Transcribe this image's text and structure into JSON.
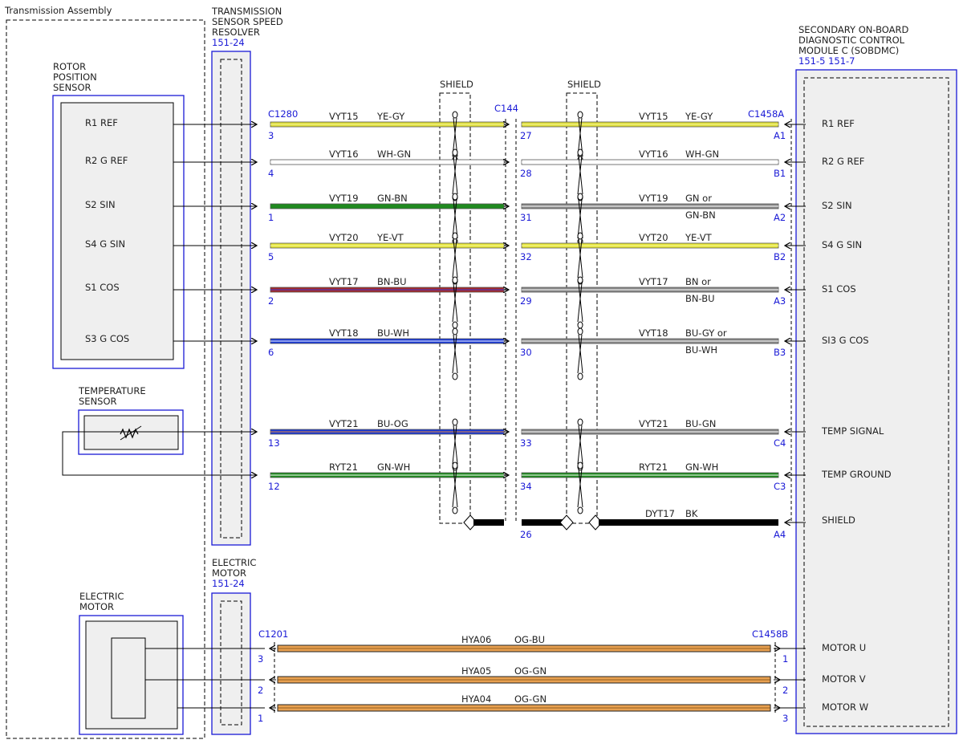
{
  "title": "Transmission Assembly",
  "components": {
    "rotor": {
      "lines": [
        "ROTOR",
        "POSITION",
        "SENSOR"
      ]
    },
    "temp": {
      "lines": [
        "TEMPERATURE",
        "SENSOR"
      ]
    },
    "motor": {
      "lines": [
        "ELECTRIC",
        "MOTOR"
      ]
    },
    "resolver": {
      "lines": [
        "TRANSMISSION",
        "SENSOR SPEED",
        "RESOLVER"
      ],
      "ref": "151-24"
    },
    "motor_conn": {
      "lines": [
        "ELECTRIC",
        "MOTOR"
      ],
      "ref": "151-24"
    },
    "module": {
      "lines": [
        "SECONDARY ON-BOARD",
        "DIAGNOSTIC CONTROL",
        "MODULE C (SOBDMC)"
      ],
      "ref": "151-5  151-7"
    }
  },
  "connectors": {
    "c1280": "C1280",
    "c144": "C144",
    "c1458a": "C1458A",
    "c1201": "C1201",
    "c1458b": "C1458B"
  },
  "shield_label": "SHIELD",
  "colors": {
    "YE-GY": "#dede3a",
    "WH-GN": "#ffffff",
    "GN-BN": "#1f8a1f",
    "YE-VT": "#e6e63c",
    "BN-BU": "#a52a2a",
    "BU-WH": "#1a3ad6",
    "BU-OG": "#1a3ad6",
    "GN-WH": "#1f8a1f",
    "BK": "#000000",
    "OG": "#e8a050"
  },
  "circuits": [
    {
      "key": "r1",
      "left_label": "R1 REF",
      "right_label": "R1 REF",
      "circuit": "VYT15",
      "color_left": "YE-GY",
      "color_right_1": "YE-GY",
      "color_right_2": "",
      "pin_left": "3",
      "pin_mid": "27",
      "pin_right": "A1"
    },
    {
      "key": "r2",
      "left_label": "R2 G REF",
      "right_label": "R2 G REF",
      "circuit": "VYT16",
      "color_left": "WH-GN",
      "color_right_1": "WH-GN",
      "color_right_2": "",
      "pin_left": "4",
      "pin_mid": "28",
      "pin_right": "B1"
    },
    {
      "key": "s2",
      "left_label": "S2 SIN",
      "right_label": "S2 SIN",
      "circuit": "VYT19",
      "color_left": "GN-BN",
      "color_right_1": "GN  or",
      "color_right_2": "GN-BN",
      "pin_left": "1",
      "pin_mid": "31",
      "pin_right": "A2"
    },
    {
      "key": "s4",
      "left_label": "S4 G SIN",
      "right_label": "S4 G SIN",
      "circuit": "VYT20",
      "color_left": "YE-VT",
      "color_right_1": "YE-VT",
      "color_right_2": "",
      "pin_left": "5",
      "pin_mid": "32",
      "pin_right": "B2"
    },
    {
      "key": "s1",
      "left_label": "S1 COS",
      "right_label": "S1 COS",
      "circuit": "VYT17",
      "color_left": "BN-BU",
      "color_right_1": "BN or",
      "color_right_2": "BN-BU",
      "pin_left": "2",
      "pin_mid": "29",
      "pin_right": "A3"
    },
    {
      "key": "s3",
      "left_label": "S3 G COS",
      "right_label": "SI3 G COS",
      "circuit": "VYT18",
      "color_left": "BU-WH",
      "color_right_1": "BU-GY  or",
      "color_right_2": "BU-WH",
      "pin_left": "6",
      "pin_mid": "30",
      "pin_right": "B3"
    },
    {
      "key": "ts",
      "left_label": "",
      "right_label": "TEMP SIGNAL",
      "circuit": "VYT21",
      "color_left": "BU-OG",
      "color_right_1": "BU-GN",
      "color_right_2": "",
      "pin_left": "13",
      "pin_mid": "33",
      "pin_right": "C4"
    },
    {
      "key": "tg",
      "left_label": "",
      "right_label": "TEMP GROUND",
      "circuit": "RYT21",
      "color_left": "GN-WH",
      "color_right_1": "GN-WH",
      "color_right_2": "",
      "pin_left": "12",
      "pin_mid": "34",
      "pin_right": "C3"
    }
  ],
  "shield_circuit": {
    "circuit": "DYT17",
    "color": "BK",
    "pin_mid": "26",
    "pin_right": "A4",
    "right_label": "SHIELD"
  },
  "motor_circuits": [
    {
      "circuit": "HYA06",
      "color": "OG-BU",
      "pin_left": "3",
      "pin_right": "1",
      "right_label": "MOTOR U"
    },
    {
      "circuit": "HYA05",
      "color": "OG-GN",
      "pin_left": "2",
      "pin_right": "2",
      "right_label": "MOTOR V"
    },
    {
      "circuit": "HYA04",
      "color": "OG-GN",
      "pin_left": "1",
      "pin_right": "3",
      "right_label": "MOTOR W"
    }
  ]
}
